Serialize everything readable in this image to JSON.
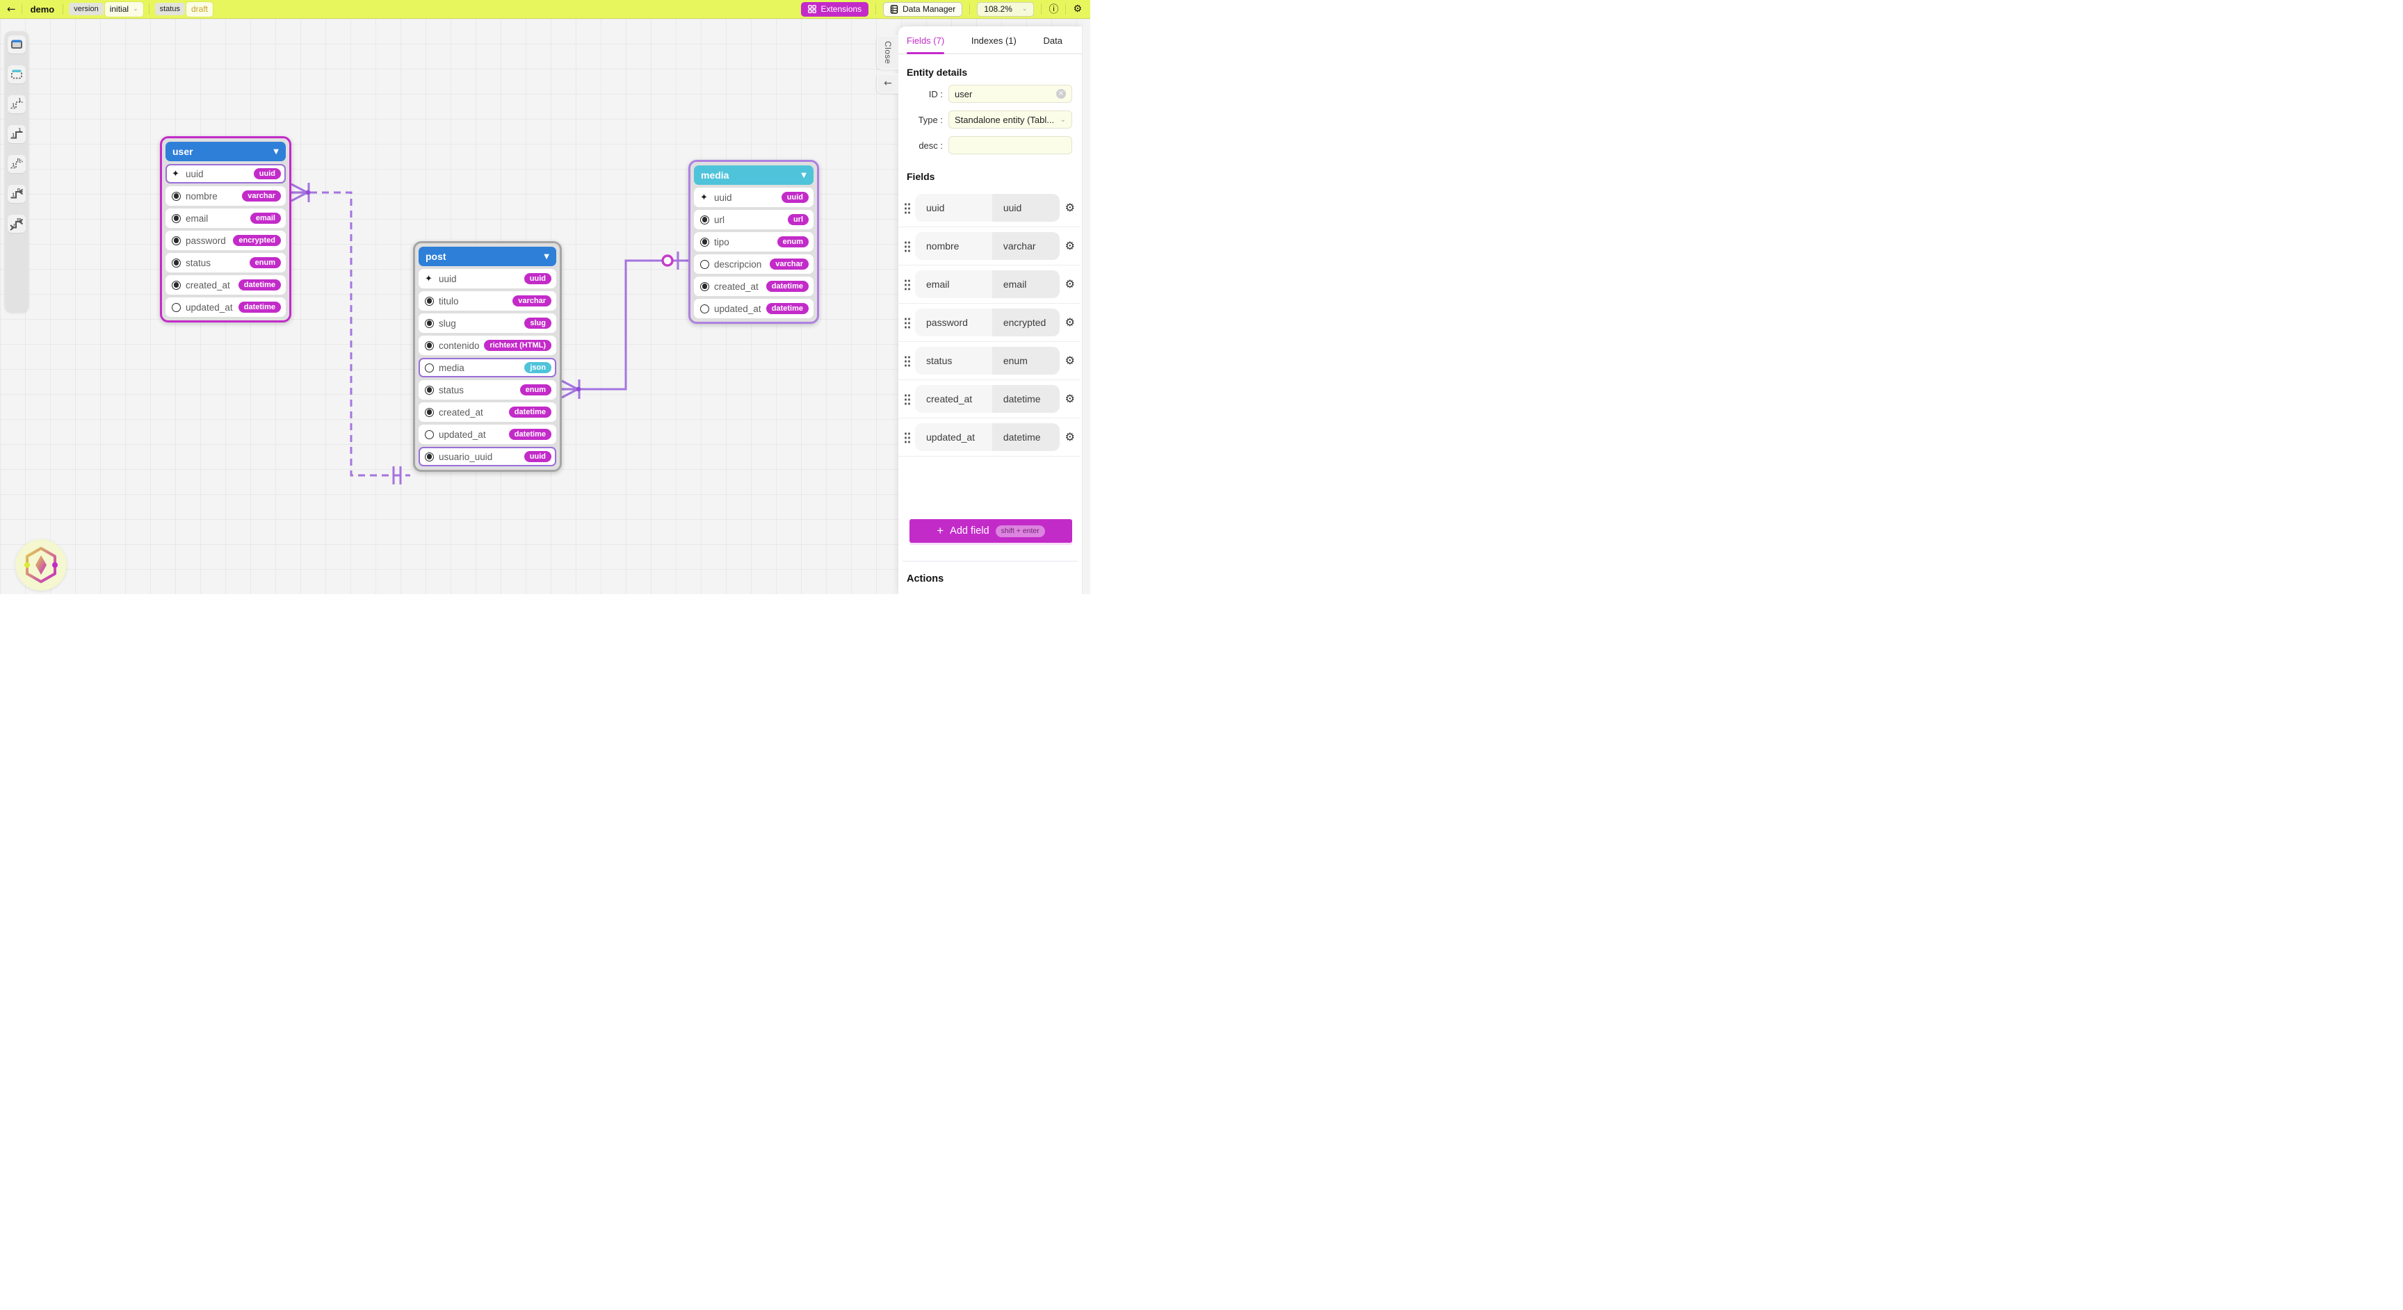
{
  "topbar": {
    "title": "demo",
    "version_label": "version",
    "version_value": "initial",
    "status_label": "status",
    "status_value": "draft",
    "extensions_button": "Extensions",
    "data_manager_button": "Data Manager",
    "zoom_level": "108.2%"
  },
  "canvas": {
    "close_tab": "Close",
    "tables": [
      {
        "name": "user",
        "fields": [
          {
            "name": "uuid",
            "type": "uuid",
            "icon": "primary-key"
          },
          {
            "name": "nombre",
            "type": "varchar",
            "icon": "required"
          },
          {
            "name": "email",
            "type": "email",
            "icon": "required"
          },
          {
            "name": "password",
            "type": "encrypted",
            "icon": "required"
          },
          {
            "name": "status",
            "type": "enum",
            "icon": "required"
          },
          {
            "name": "created_at",
            "type": "datetime",
            "icon": "required"
          },
          {
            "name": "updated_at",
            "type": "datetime",
            "icon": "optional"
          }
        ]
      },
      {
        "name": "post",
        "fields": [
          {
            "name": "uuid",
            "type": "uuid",
            "icon": "primary-key"
          },
          {
            "name": "titulo",
            "type": "varchar",
            "icon": "required"
          },
          {
            "name": "slug",
            "type": "slug",
            "icon": "required"
          },
          {
            "name": "contenido",
            "type": "richtext (HTML)",
            "icon": "required"
          },
          {
            "name": "media",
            "type": "json",
            "icon": "optional"
          },
          {
            "name": "status",
            "type": "enum",
            "icon": "required"
          },
          {
            "name": "created_at",
            "type": "datetime",
            "icon": "required"
          },
          {
            "name": "updated_at",
            "type": "datetime",
            "icon": "optional"
          },
          {
            "name": "usuario_uuid",
            "type": "uuid",
            "icon": "required"
          }
        ]
      },
      {
        "name": "media",
        "fields": [
          {
            "name": "uuid",
            "type": "uuid",
            "icon": "primary-key"
          },
          {
            "name": "url",
            "type": "url",
            "icon": "required"
          },
          {
            "name": "tipo",
            "type": "enum",
            "icon": "required"
          },
          {
            "name": "descripcion",
            "type": "varchar",
            "icon": "optional"
          },
          {
            "name": "created_at",
            "type": "datetime",
            "icon": "required"
          },
          {
            "name": "updated_at",
            "type": "datetime",
            "icon": "optional"
          }
        ]
      }
    ]
  },
  "panel": {
    "tabs": [
      {
        "label": "Fields (7)"
      },
      {
        "label": "Indexes (1)"
      },
      {
        "label": "Data"
      }
    ],
    "entity_details": {
      "heading": "Entity details",
      "id_label": "ID :",
      "id_value": "user",
      "type_label": "Type :",
      "type_value": "Standalone entity (Tabl...",
      "desc_label": "desc :",
      "desc_value": ""
    },
    "fields_heading": "Fields",
    "fields": [
      {
        "name": "uuid",
        "type": "uuid"
      },
      {
        "name": "nombre",
        "type": "varchar"
      },
      {
        "name": "email",
        "type": "email"
      },
      {
        "name": "password",
        "type": "encrypted"
      },
      {
        "name": "status",
        "type": "enum"
      },
      {
        "name": "created_at",
        "type": "datetime"
      },
      {
        "name": "updated_at",
        "type": "datetime"
      }
    ],
    "add_field_label": "Add field",
    "add_field_shortcut": "shift + enter",
    "actions_heading": "Actions"
  },
  "colors": {
    "topbar_yellow": "#e8f65e",
    "accent_magenta": "#c32bc9",
    "header_blue": "#2e7fd8",
    "header_cyan": "#4fc3da",
    "relationship_purple": "#9e6add",
    "input_cream": "#fcfde9",
    "status_draft_text": "#c9a227"
  }
}
